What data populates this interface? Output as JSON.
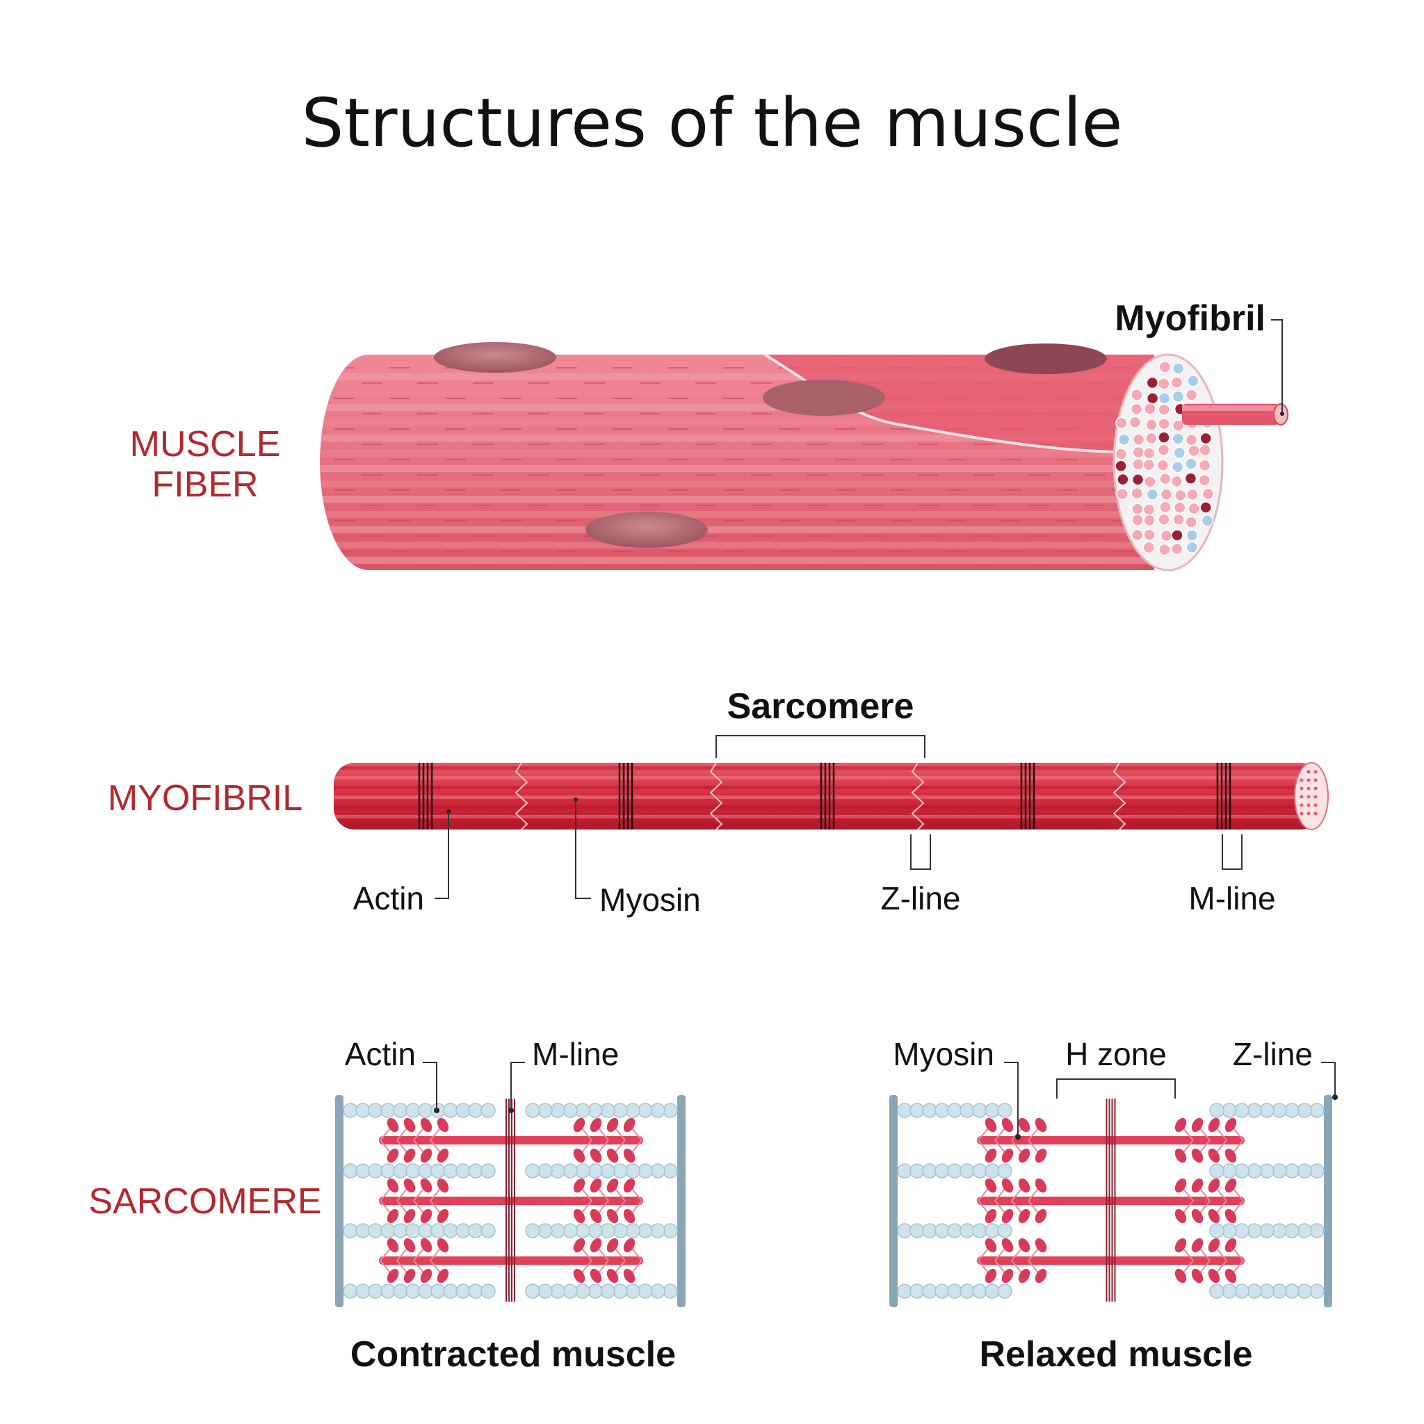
{
  "title": "Structures of the muscle",
  "colors": {
    "section_label": "#b2282e",
    "fiber": "#e87383",
    "fiber_light": "#f4a7b1",
    "fiber_dark": "#c8404f",
    "myofibril": "#d93848",
    "myofibril_dark": "#a8101e",
    "actin_bead": "#cfe3ec",
    "myosin_rod": "#e0405a",
    "myosin_head": "#d83a5a",
    "z_line": "#8aa6b4",
    "m_line": "#8b1f2c",
    "nucleus": "#b76c76"
  },
  "sections": {
    "muscle_fiber": {
      "label_line1": "MUSCLE",
      "label_line2": "FIBER",
      "callout_myofibril": "Myofibril"
    },
    "myofibril": {
      "label": "MYOFIBRIL",
      "callout_sarcomere": "Sarcomere",
      "callout_actin": "Actin",
      "callout_myosin": "Myosin",
      "callout_zline": "Z-line",
      "callout_mline": "M-line"
    },
    "sarcomere": {
      "label": "SARCOMERE",
      "contracted": {
        "caption": "Contracted muscle",
        "callout_actin": "Actin",
        "callout_mline": "M-line"
      },
      "relaxed": {
        "caption": "Relaxed muscle",
        "callout_myosin": "Myosin",
        "callout_hzone": "H zone",
        "callout_zline": "Z-line"
      }
    }
  }
}
